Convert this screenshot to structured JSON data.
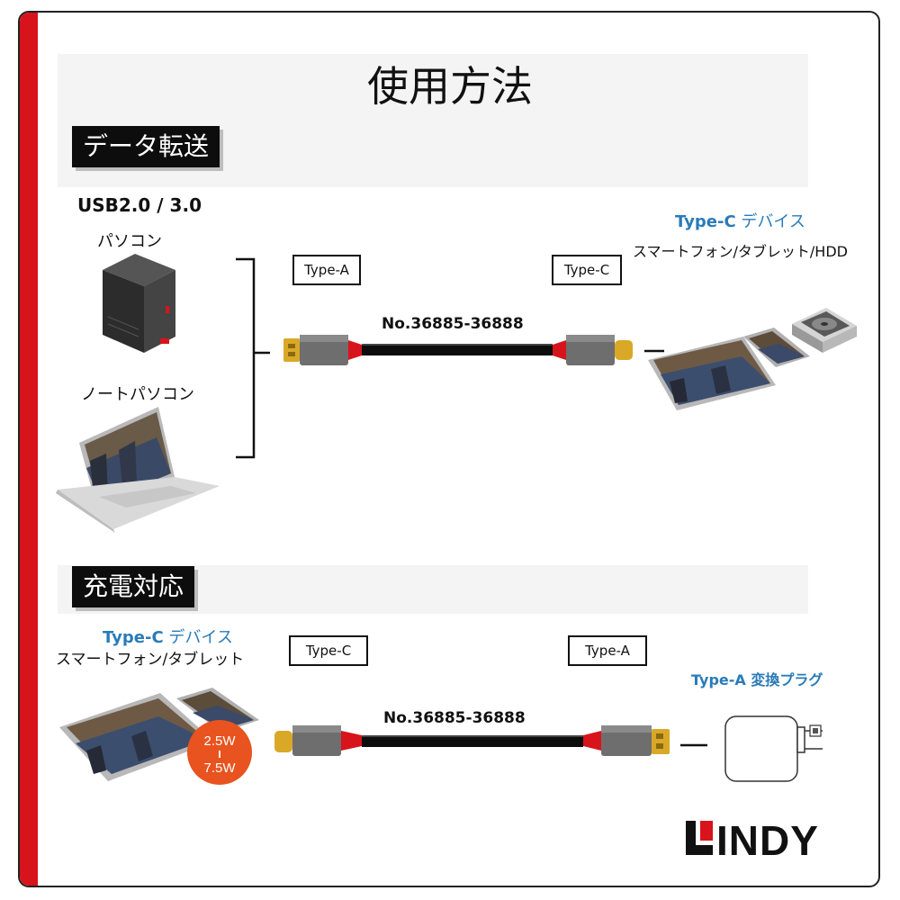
{
  "title": "使用方法",
  "data_section": {
    "heading": "データ転送",
    "pc_spec": "USB2.0 / 3.0",
    "desktop_label": "パソコン",
    "laptop_label": "ノートパソコン",
    "left_connector": "Type-A",
    "right_connector": "Type-C",
    "cable_label": "No.36885-36888",
    "device_title_bold": "Type-C",
    "device_title_rest": " デバイス",
    "device_sub": "スマートフォン/タブレット/HDD"
  },
  "charge_section": {
    "heading": "充電対応",
    "device_title_bold": "Type-C",
    "device_title_rest": " デバイス",
    "device_sub": "スマートフォン/タブレット",
    "left_connector": "Type-C",
    "right_connector": "Type-A",
    "cable_label": "No.36885-36888",
    "power_top": "2.5W",
    "power_bottom": "7.5W",
    "adapter_bold": "Type-A",
    "adapter_rest": " 変換プラグ"
  },
  "logo": "LINDY",
  "colors": {
    "accent_red": "#d7141c",
    "blue": "#2a7bb8",
    "badge_orange": "#e8531f"
  }
}
